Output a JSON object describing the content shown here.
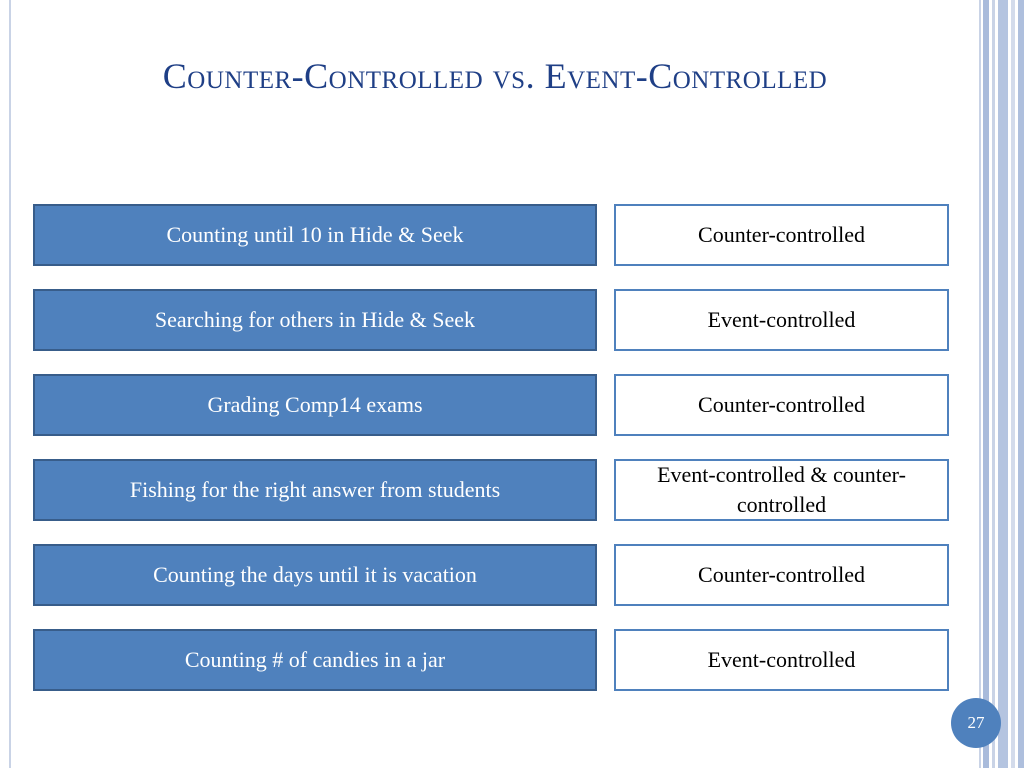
{
  "slide": {
    "title": "Counter-Controlled vs. Event-Controlled",
    "page_number": "27"
  },
  "rows": [
    {
      "activity": "Counting until 10 in Hide & Seek",
      "answer": "Counter-controlled"
    },
    {
      "activity": "Searching for others in Hide & Seek",
      "answer": "Event-controlled"
    },
    {
      "activity": "Grading Comp14 exams",
      "answer": "Counter-controlled"
    },
    {
      "activity": "Fishing for the right answer from students",
      "answer": "Event-controlled & counter-controlled"
    },
    {
      "activity": "Counting the days until it is vacation",
      "answer": "Counter-controlled"
    },
    {
      "activity": "Counting # of candies in a jar",
      "answer": "Event-controlled"
    }
  ],
  "colors": {
    "title": "#1f3f86",
    "activity_fill": "#4f81bd",
    "activity_border": "#385d8a",
    "answer_border": "#4f81bd",
    "accent_stripe": "#c9d3e6"
  }
}
